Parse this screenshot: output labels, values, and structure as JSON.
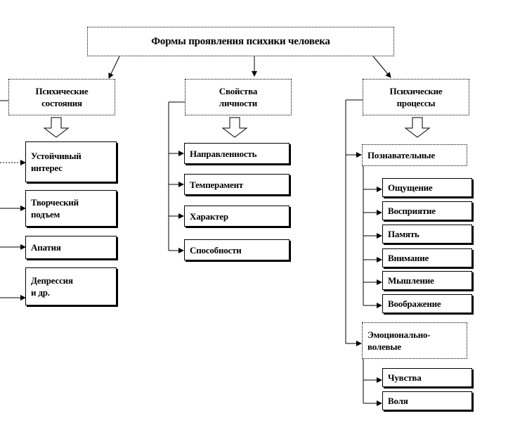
{
  "title": "Формы проявления психики человека",
  "columns": {
    "states": {
      "title": "Психические\nсостояния",
      "items": [
        "Устойчивый\nинтерес",
        "Творческий\nподъем",
        "Апатия",
        "Депрессия\nи др."
      ]
    },
    "personality": {
      "title": "Свойства\nличности",
      "items": [
        "Направленность",
        "Темперамент",
        "Характер",
        "Способности"
      ]
    },
    "processes": {
      "title": "Психические\nпроцессы",
      "cognitive": {
        "label": "Познавательные",
        "items": [
          "Ощущение",
          "Восприятие",
          "Память",
          "Внимание",
          "Мышление",
          "Воображение"
        ]
      },
      "emotional": {
        "label": "Эмоционально-\nволевые",
        "items": [
          "Чувства",
          "Воля"
        ]
      }
    }
  }
}
